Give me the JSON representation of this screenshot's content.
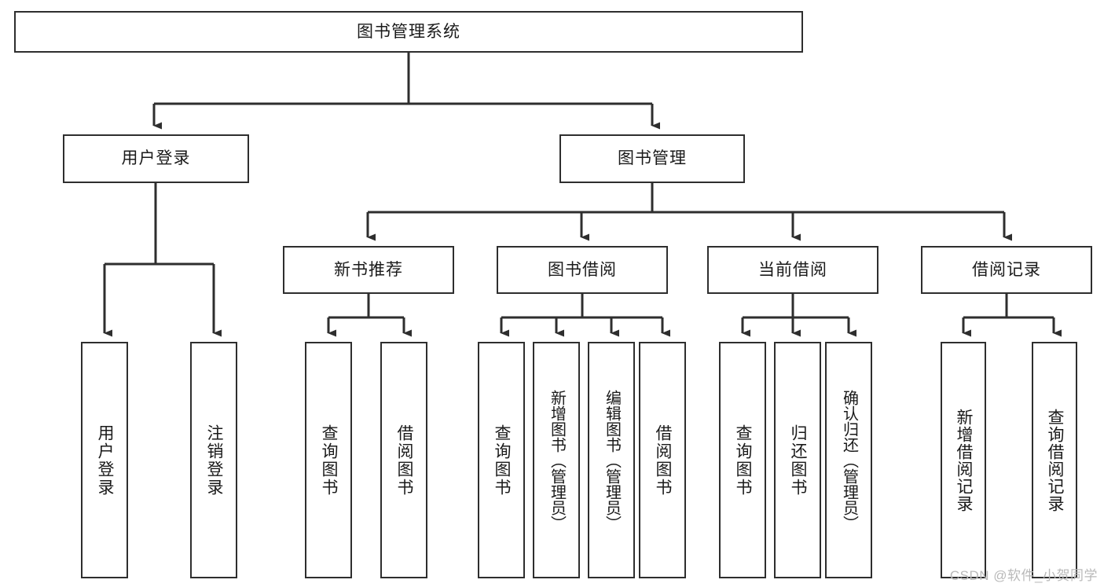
{
  "diagram": {
    "title": "图书管理系统",
    "type": "tree",
    "root": {
      "id": "root",
      "label": "图书管理系统",
      "orientation": "horizontal"
    },
    "level2": [
      {
        "id": "user-login",
        "label": "用户登录",
        "orientation": "horizontal"
      },
      {
        "id": "book-manage",
        "label": "图书管理",
        "orientation": "horizontal"
      }
    ],
    "level3": [
      {
        "id": "new-book-recommend",
        "label": "新书推荐",
        "orientation": "horizontal",
        "parent": "book-manage"
      },
      {
        "id": "book-borrow",
        "label": "图书借阅",
        "orientation": "horizontal",
        "parent": "book-manage"
      },
      {
        "id": "current-borrow",
        "label": "当前借阅",
        "orientation": "horizontal",
        "parent": "book-manage"
      },
      {
        "id": "borrow-record",
        "label": "借阅记录",
        "orientation": "horizontal",
        "parent": "book-manage"
      }
    ],
    "leaves": [
      {
        "id": "leaf-user-login",
        "label": "用户登录",
        "parent": "user-login"
      },
      {
        "id": "leaf-logout-login",
        "label": "注销登录",
        "parent": "user-login"
      },
      {
        "id": "leaf-query-book-1",
        "label": "查询图书",
        "parent": "new-book-recommend"
      },
      {
        "id": "leaf-borrow-book-1",
        "label": "借阅图书",
        "parent": "new-book-recommend"
      },
      {
        "id": "leaf-query-book-2",
        "label": "查询图书",
        "parent": "book-borrow"
      },
      {
        "id": "leaf-add-book",
        "label": "新增图书（管理员）",
        "parent": "book-borrow"
      },
      {
        "id": "leaf-edit-book",
        "label": "编辑图书（管理员）",
        "parent": "book-borrow"
      },
      {
        "id": "leaf-borrow-book-2",
        "label": "借阅图书",
        "parent": "book-borrow"
      },
      {
        "id": "leaf-query-book-3",
        "label": "查询图书",
        "parent": "current-borrow"
      },
      {
        "id": "leaf-return-book",
        "label": "归还图书",
        "parent": "current-borrow"
      },
      {
        "id": "leaf-confirm-return",
        "label": "确认归还（管理员）",
        "parent": "current-borrow"
      },
      {
        "id": "leaf-add-record",
        "label": "新增借阅记录",
        "parent": "borrow-record"
      },
      {
        "id": "leaf-query-record",
        "label": "查询借阅记录",
        "parent": "borrow-record"
      }
    ]
  },
  "watermark": {
    "text": "CSDN @软件_小贺同学"
  },
  "colors": {
    "stroke": "#2e2e2e",
    "background": "#ffffff",
    "text": "#1a1a1a",
    "watermark": "#b9b9b9"
  }
}
